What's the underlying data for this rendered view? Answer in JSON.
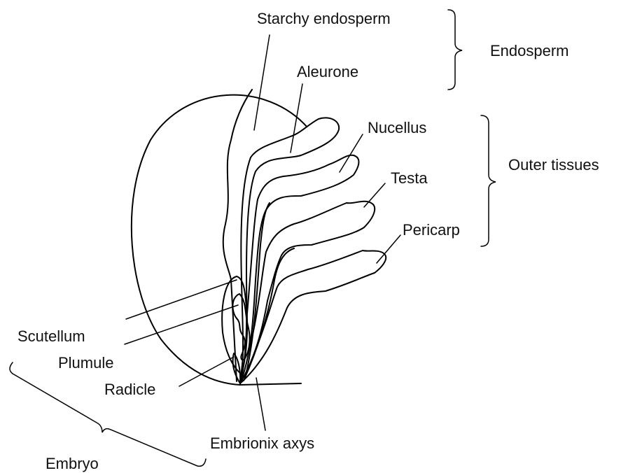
{
  "diagram": {
    "labels": {
      "starchy_endosperm": "Starchy endosperm",
      "endosperm": "Endosperm",
      "aleurone": "Aleurone",
      "nucellus": "Nucellus",
      "outer_tissues": "Outer tissues",
      "testa": "Testa",
      "pericarp": "Pericarp",
      "scutellum": "Scutellum",
      "plumule": "Plumule",
      "radicle": "Radicle",
      "embryonic_axis": "Embrionix axys",
      "embryo": "Embryo"
    }
  }
}
